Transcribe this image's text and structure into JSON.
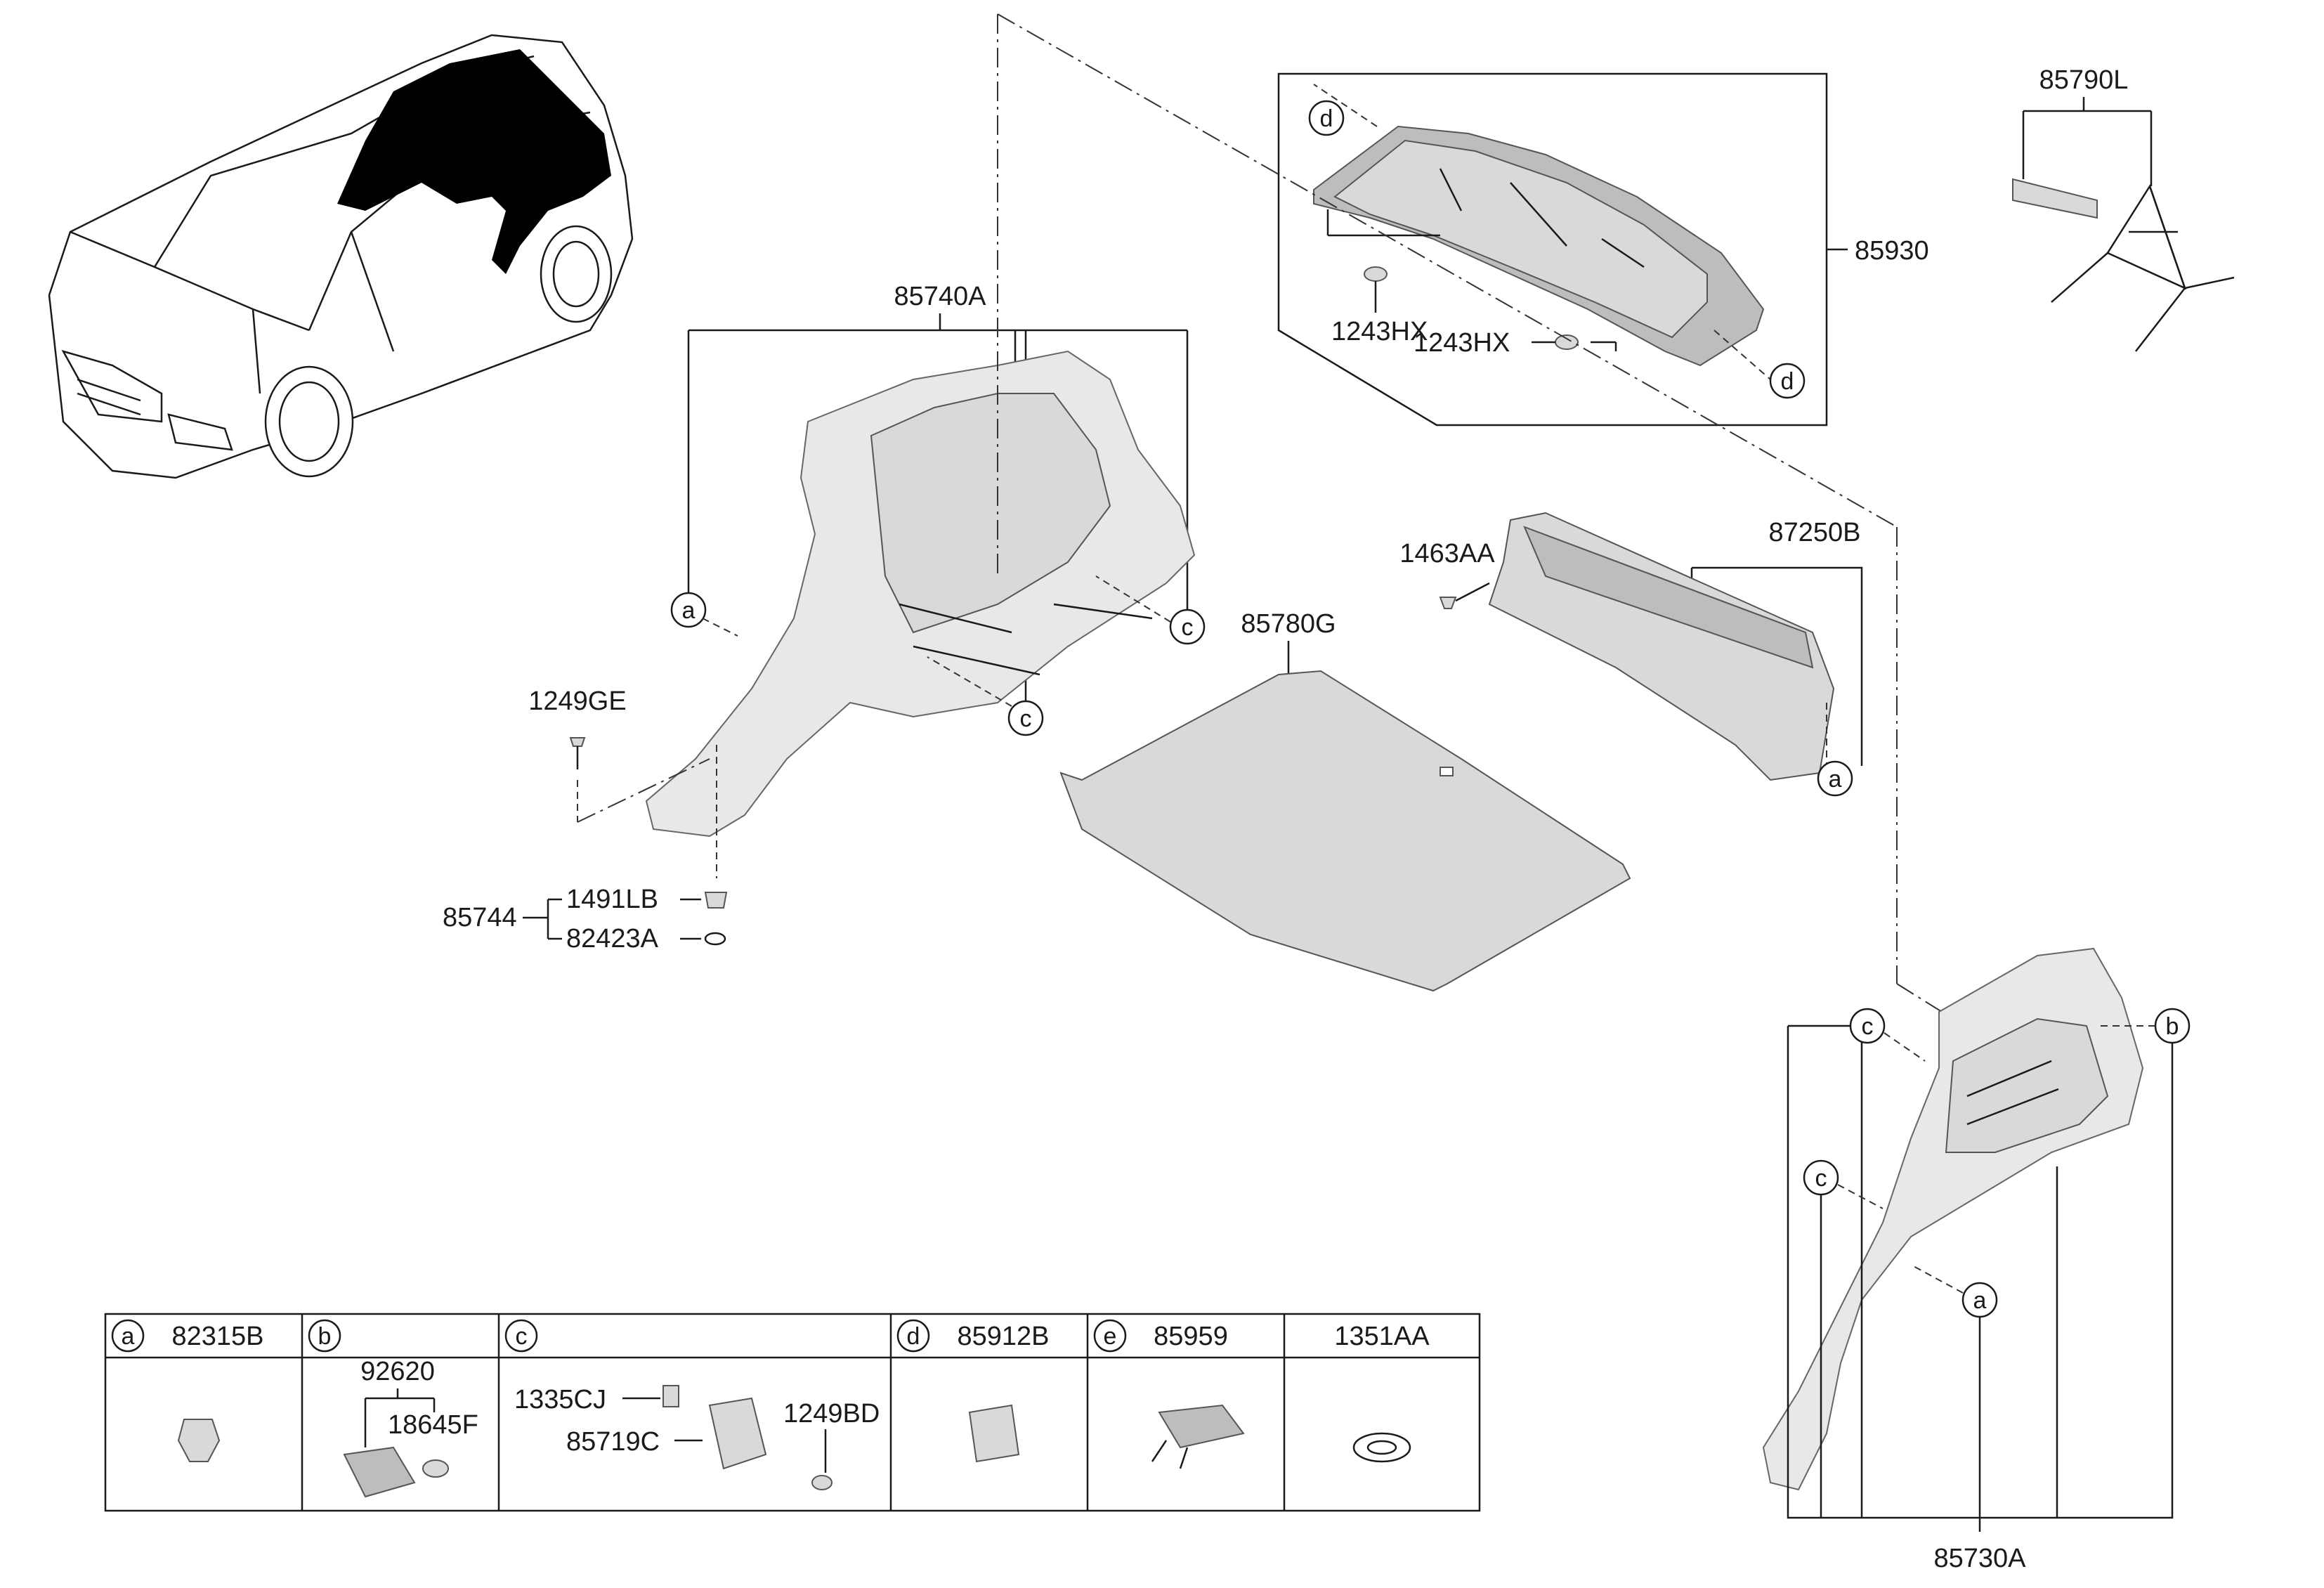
{
  "labels": {
    "p85740A": "85740A",
    "p85930": "85930",
    "p1243HX_1": "1243HX",
    "p1243HX_2": "1243HX",
    "p85790L": "85790L",
    "p1463AA": "1463AA",
    "p87250B": "87250B",
    "p85780G": "85780G",
    "p1249GE": "1249GE",
    "p85744": "85744",
    "p1491LB": "1491LB",
    "p82423A": "82423A",
    "p85730A": "85730A"
  },
  "callouts": {
    "a": "a",
    "b": "b",
    "c": "c",
    "d": "d",
    "e": "e"
  },
  "legend_table": {
    "cells": [
      {
        "letter": "a",
        "part": "82315B"
      },
      {
        "letter": "b",
        "part": ""
      },
      {
        "letter": "c",
        "part": ""
      },
      {
        "letter": "d",
        "part": "85912B"
      },
      {
        "letter": "e",
        "part": "85959"
      },
      {
        "letter": "",
        "part": "1351AA"
      }
    ],
    "sub_b": {
      "p1": "92620",
      "p2": "18645F"
    },
    "sub_c": {
      "p1": "1335CJ",
      "p2": "85719C",
      "p3": "1249BD"
    }
  }
}
